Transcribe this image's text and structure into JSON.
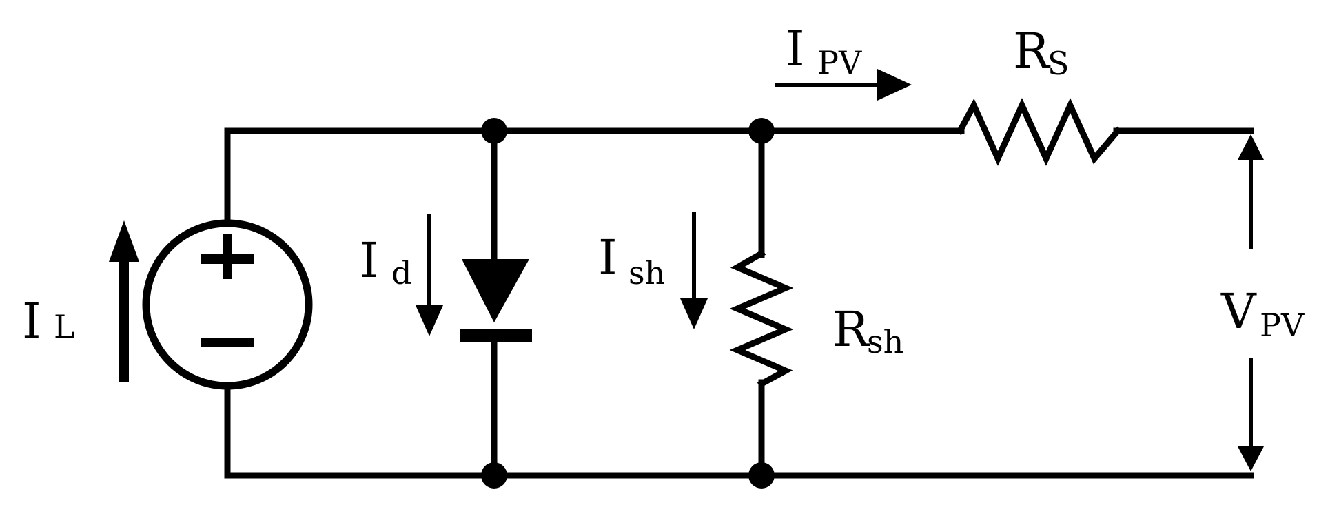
{
  "labels": {
    "il": {
      "main": "I",
      "sub": "L"
    },
    "id": {
      "main": "I",
      "sub": "d"
    },
    "ish": {
      "main": "I",
      "sub": "sh"
    },
    "rsh": {
      "main": "R",
      "sub": "sh"
    },
    "ipv": {
      "main": "I",
      "sub": "PV"
    },
    "rs": {
      "main": "R",
      "sub": "S"
    },
    "vpv": {
      "main": "V",
      "sub": "PV"
    }
  },
  "source_signs": {
    "plus": "+",
    "minus": "−"
  }
}
